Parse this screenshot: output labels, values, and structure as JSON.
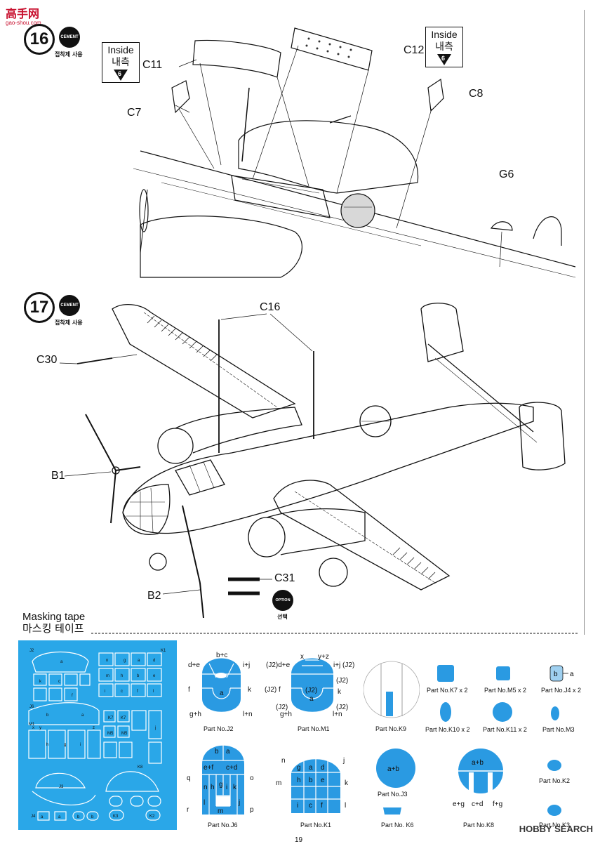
{
  "watermark": {
    "site_cn": "高手网",
    "site_url": "gao-shou.com"
  },
  "step16": {
    "number": "16",
    "cement_badge": "CEMENT",
    "cement_sub": "접착제 사용",
    "inside_left": {
      "en": "Inside",
      "ko": "내측",
      "ref": "6"
    },
    "inside_right": {
      "en": "Inside",
      "ko": "내측",
      "ref": "6"
    },
    "parts": {
      "c11": "C11",
      "c12": "C12",
      "c7": "C7",
      "c8": "C8",
      "g6": "G6"
    }
  },
  "step17": {
    "number": "17",
    "cement_badge": "CEMENT",
    "cement_sub": "접착제 사용",
    "parts": {
      "c16": "C16",
      "c30": "C30",
      "b1": "B1",
      "b2": "B2",
      "c31": "C31"
    },
    "option_badge": "OPTION",
    "option_sub": "선택"
  },
  "masking": {
    "title_en": "Masking tape",
    "title_ko": "마스킹 테이프",
    "sheet_labels": {
      "j2": "J2",
      "k1": "K1",
      "j6": "J6",
      "m1": "M1",
      "k8": "K8",
      "j3": "J3",
      "j4": "J4",
      "k7": "K7",
      "m5": "M5",
      "k10": "K10",
      "k11": "K11",
      "k9": "K9",
      "m3": "M3",
      "k3": "K3",
      "k2": "K2",
      "k6": "K6",
      "a": "a",
      "b": "b",
      "c": "c",
      "d": "d",
      "e": "e",
      "f": "f",
      "g": "g",
      "h": "h",
      "i": "i",
      "j": "j",
      "k": "k",
      "l": "l",
      "m": "m",
      "n": "n",
      "x": "x",
      "y": "y",
      "z": "z"
    },
    "j2": {
      "label": "Part No.J2",
      "tl": "d+e",
      "tc": "b+c",
      "tr": "i+j",
      "ml": "f",
      "mr": "k",
      "bl": "g+h",
      "br": "l+n",
      "center": "a"
    },
    "m1": {
      "label": "Part No.M1",
      "t1": "x",
      "t2": "y+z",
      "tl": "(J2)d+e",
      "tr": "i+j (J2)",
      "r1": "(J2)",
      "l1": "(J2) f",
      "mr": "k",
      "c1": "(J2)",
      "c2": "a",
      "bl1": "(J2)",
      "bl2": "g+h",
      "br1": "(J2)",
      "br2": "l+n"
    },
    "k9": {
      "label": "Part No.K9"
    },
    "k7": {
      "label": "Part No.K7 x 2"
    },
    "m5": {
      "label": "Part No.M5 x 2"
    },
    "j4": {
      "label": "Part No.J4 x 2",
      "b": "b",
      "a": "a"
    },
    "k10": {
      "label": "Part No.K10 x 2"
    },
    "k11": {
      "label": "Part No.K11 x 2"
    },
    "m3": {
      "label": "Part No.M3"
    },
    "j6": {
      "label": "Part No.J6",
      "b": "b",
      "a": "a",
      "ef": "e+f",
      "cd": "c+d",
      "q": "q",
      "n": "n",
      "h": "h",
      "g": "g",
      "i": "i",
      "k": "k",
      "o": "o",
      "r": "r",
      "p": "p",
      "l": "l",
      "j": "j",
      "m": "m"
    },
    "k1": {
      "label": "Part No.K1",
      "n": "n",
      "j": "j",
      "g": "g",
      "a": "a",
      "d": "d",
      "m": "m",
      "h": "h",
      "b": "b",
      "e": "e",
      "k": "k",
      "i": "i",
      "c": "c",
      "f": "f",
      "l": "l"
    },
    "j3": {
      "label": "Part No.J3",
      "ab": "a+b"
    },
    "k6": {
      "label": "Part No. K6"
    },
    "k8": {
      "label": "Part No.K8",
      "ab": "a+b",
      "eg": "e+g",
      "cd": "c+d",
      "fg": "f+g"
    },
    "k2": {
      "label": "Part No.K2"
    },
    "k3": {
      "label": "Part No.K3"
    }
  },
  "footer": {
    "page": "19",
    "brand": "HOBBY SEARCH"
  }
}
